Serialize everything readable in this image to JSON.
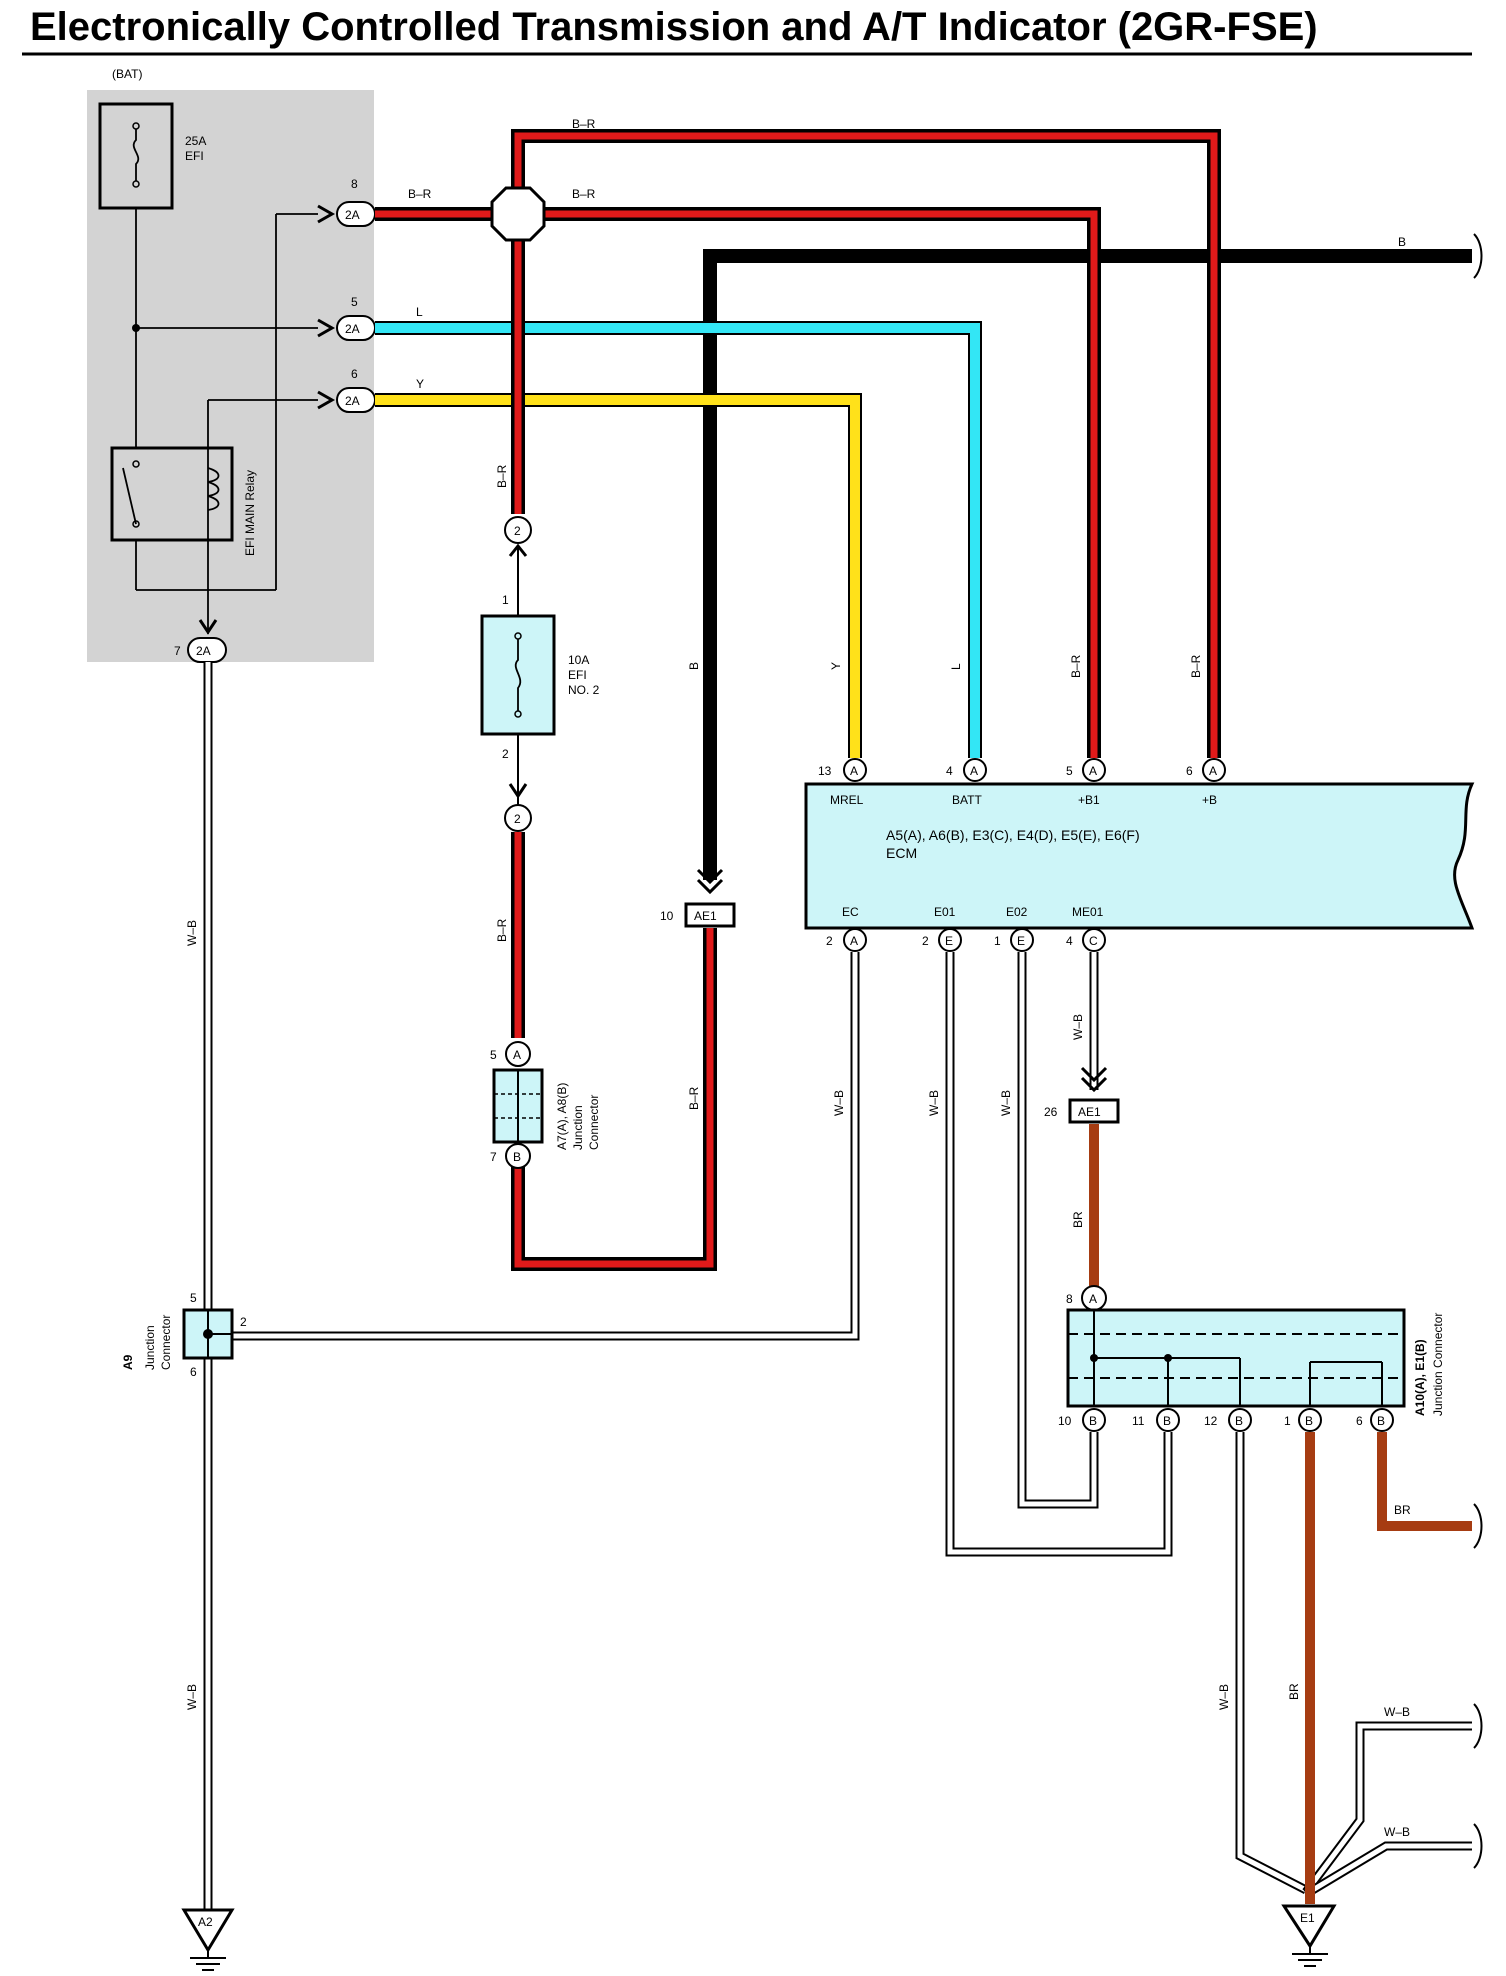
{
  "title": "Electronically Controlled Transmission and A/T Indicator (2GR-FSE)",
  "colors": {
    "B-R": "#e01a1a",
    "L": "#33e6f5",
    "Y": "#ffe11a",
    "B": "#000000",
    "BR": "#a63c12",
    "W-B": "#ffffff",
    "ecm_fill": "#cdf5f8",
    "relay_box": "#d3d3d3"
  },
  "relay_block": {
    "bat_label": "(BAT)",
    "fuse_rating": "25A",
    "fuse_name": "EFI",
    "relay_name": "EFI MAIN Relay",
    "connector": "2A",
    "pins": {
      "br": "8",
      "l": "5",
      "y": "6",
      "wb": "7"
    }
  },
  "wire_labels": {
    "br_top": "B–R",
    "br_mid_left": "B–R",
    "br_mid_right": "B–R",
    "b_top": "B",
    "l": "L",
    "y": "Y",
    "br_vert": "B–R",
    "br_vert2": "B–R",
    "b_vert": "B",
    "y_vert": "Y",
    "l_vert": "L",
    "br_b1": "B–R",
    "br_b": "B–R",
    "br_ae1": "B–R",
    "wb_left": "W–B",
    "wb_left2": "W–B",
    "wb_ec": "W–B",
    "wb_e01": "W–B",
    "wb_e02": "W–B",
    "wb_me01": "W–B",
    "br_ae1_bottom": "BR",
    "br_out": "BR",
    "wb_e1": "W–B",
    "br_e1": "BR",
    "wb_out1": "W–B",
    "wb_out2": "W–B"
  },
  "efi2": {
    "rating": "10A",
    "name1": "EFI",
    "name2": "NO. 2",
    "pin_in": "1",
    "pin_out": "2",
    "conn_top": "2",
    "conn_bottom": "2"
  },
  "ae1": {
    "label": "AE1",
    "pin_left": "10",
    "pin_me01": "26"
  },
  "ecm": {
    "connectors": "A5(A), A6(B), E3(C), E4(D), E5(E), E6(F)",
    "name": "ECM",
    "top_pins": [
      {
        "num": "13",
        "conn": "A",
        "name": "MREL"
      },
      {
        "num": "4",
        "conn": "A",
        "name": "BATT"
      },
      {
        "num": "5",
        "conn": "A",
        "name": "+B1"
      },
      {
        "num": "6",
        "conn": "A",
        "name": "+B"
      }
    ],
    "bottom_pins": [
      {
        "num": "2",
        "conn": "A",
        "name": "EC"
      },
      {
        "num": "2",
        "conn": "E",
        "name": "E01"
      },
      {
        "num": "1",
        "conn": "E",
        "name": "E02"
      },
      {
        "num": "4",
        "conn": "C",
        "name": "ME01"
      }
    ]
  },
  "a7a8": {
    "label": "A7(A), A8(B)",
    "sub1": "Junction",
    "sub2": "Connector",
    "pin_top": "5",
    "conn_top": "A",
    "pin_bottom": "7",
    "conn_bottom": "B"
  },
  "a9": {
    "label": "A9",
    "sub1": "Junction",
    "sub2": "Connector",
    "pin_top": "5",
    "pin_right": "2",
    "pin_bottom": "6"
  },
  "a10e1": {
    "label": "A10(A), E1(B)",
    "sub": "Junction Connector",
    "top_pin": "8",
    "top_conn": "A",
    "bottom_pins": [
      {
        "num": "10",
        "conn": "B"
      },
      {
        "num": "11",
        "conn": "B"
      },
      {
        "num": "12",
        "conn": "B"
      },
      {
        "num": "1",
        "conn": "B"
      },
      {
        "num": "6",
        "conn": "B"
      }
    ]
  },
  "grounds": {
    "left": "A2",
    "right": "E1"
  }
}
